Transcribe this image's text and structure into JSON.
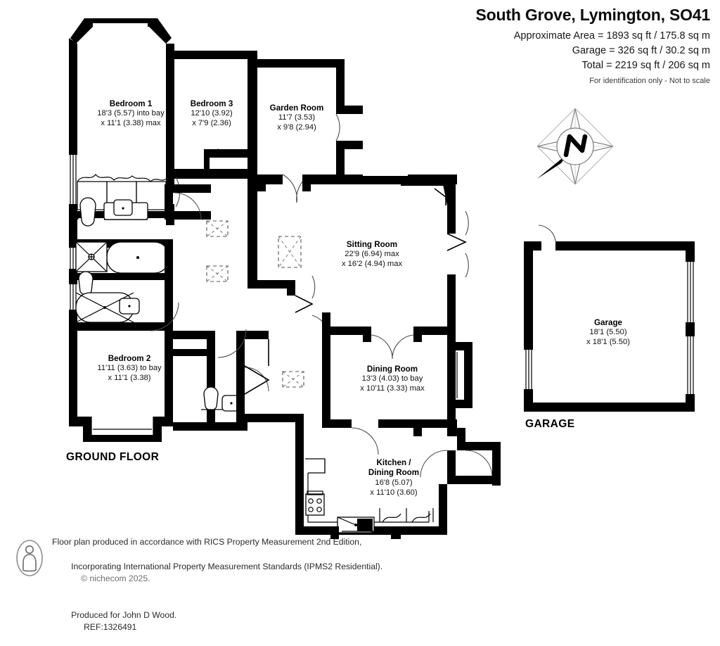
{
  "header": {
    "title": "South Grove, Lymington, SO41",
    "area_lines": [
      "Approximate Area = 1893 sq ft / 175.8 sq m",
      "Garage = 326 sq ft / 30.2 sq m",
      "Total = 2219 sq ft / 206 sq m"
    ],
    "disclaimer": "For identification only - Not to scale"
  },
  "floors": {
    "ground_floor_caption": "GROUND FLOOR",
    "garage_caption": "GARAGE"
  },
  "rooms": [
    {
      "key": "bedroom1",
      "name": "Bedroom 1",
      "dim1": "18'3 (5.57) into bay",
      "dim2": "x 11'1 (3.38) max"
    },
    {
      "key": "bedroom3",
      "name": "Bedroom 3",
      "dim1": "12'10 (3.92)",
      "dim2": "x 7'9 (2.36)"
    },
    {
      "key": "garden_room",
      "name": "Garden Room",
      "dim1": "11'7 (3.53)",
      "dim2": "x 9'8 (2.94)"
    },
    {
      "key": "sitting_room",
      "name": "Sitting Room",
      "dim1": "22'9 (6.94) max",
      "dim2": "x 16'2 (4.94) max"
    },
    {
      "key": "bedroom2",
      "name": "Bedroom 2",
      "dim1": "11'11 (3.63) to bay",
      "dim2": "x 11'1 (3.38)"
    },
    {
      "key": "dining_room",
      "name": "Dining Room",
      "dim1": "13'3 (4.03) to bay",
      "dim2": "x 10'11 (3.33) max"
    },
    {
      "key": "kitchen_dining_room",
      "name": "Kitchen /\nDining Room",
      "dim1": "16'8 (5.07)",
      "dim2": "x 11'10 (3.60)"
    },
    {
      "key": "garage",
      "name": "Garage",
      "dim1": "18'1 (5.50)",
      "dim2": "x 18'1 (5.50)"
    }
  ],
  "compass": {
    "label": "N"
  },
  "footer": {
    "line1": "Floor plan produced in accordance with RICS Property Measurement 2nd Edition,",
    "line2": "Incorporating International Property Measurement Standards (IPMS2 Residential).",
    "copyright": "© nichecom 2025.",
    "line3": "Produced for John D Wood.",
    "reference": "REF:1326491"
  },
  "colors": {
    "wall": "#000000",
    "background": "#ffffff",
    "text": "#000000",
    "muted": "#6e6e6e"
  }
}
